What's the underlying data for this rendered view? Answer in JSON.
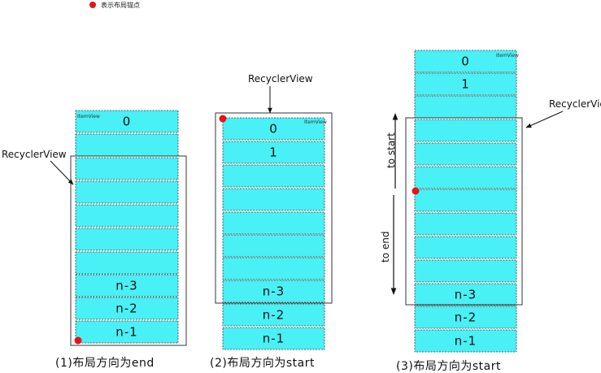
{
  "legend": {
    "text": "表示布局锚点",
    "dot_color": "#e0161b"
  },
  "colors": {
    "item_fill": "#49f0f5",
    "item_stroke": "#3a3a3a",
    "frame_stroke": "#333333",
    "anchor": "#e0161b"
  },
  "panels": [
    {
      "recycler_label": "RecyclerView",
      "item_view_label": "ItemView",
      "items": [
        "0",
        "",
        "",
        "",
        "",
        "",
        "",
        "n-3",
        "n-2",
        "n-1"
      ],
      "caption": "(1)布局方向为end"
    },
    {
      "recycler_label": "RecyclerView",
      "item_view_label": "ItemView",
      "items": [
        "0",
        "1",
        "",
        "",
        "",
        "",
        "",
        "n-3",
        "n-2",
        "n-1"
      ],
      "caption": "(2)布局方向为start"
    },
    {
      "recycler_label": "RecyclerView",
      "item_view_label": "ItemView",
      "items": [
        "0",
        "1",
        "",
        "",
        "",
        "",
        "",
        "",
        "",
        "",
        "n-3",
        "n-2",
        "n-1"
      ],
      "caption": "(3)布局方向为start",
      "arrow_up_label": "to start",
      "arrow_down_label": "to end"
    }
  ]
}
